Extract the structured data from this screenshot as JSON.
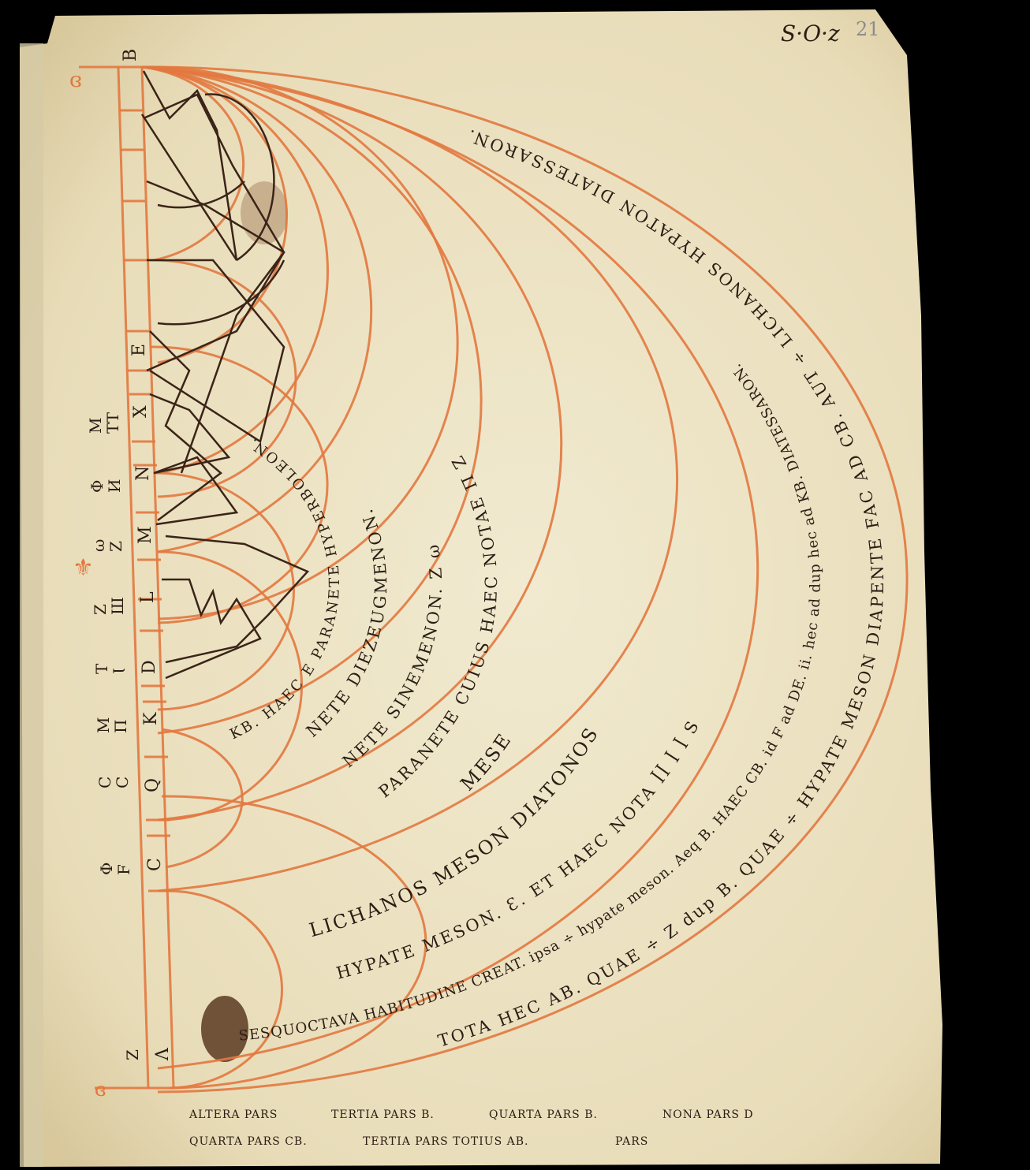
{
  "folio": {
    "signature_mark": "S·O·z",
    "number": "21"
  },
  "scale_bar": {
    "letters": [
      "B",
      "E",
      "X",
      "N",
      "M",
      "L",
      "D",
      "K",
      "Q",
      "C",
      "Λ"
    ]
  },
  "margin_letters": [
    {
      "a": "M",
      "b": "TT"
    },
    {
      "a": "Φ",
      "b": "И"
    },
    {
      "a": "ω",
      "b": "Z"
    },
    {
      "a": "Z",
      "b": "Ш"
    },
    {
      "a": "T",
      "b": "Ɩ"
    },
    {
      "a": "M",
      "b": "Π"
    },
    {
      "a": "C",
      "b": "C"
    },
    {
      "a": "Φ",
      "b": "F"
    },
    {
      "a": "Z",
      "b": "Λ"
    }
  ],
  "arc_inscriptions": {
    "outer": "TOTA HEC AB. QUAE ÷ Z dup B. QUAE ÷ HYPATE MESON DIAPENTE FAC AD CB. AUT ÷ LICHANOS HYPATON DIATESSARON.",
    "second": "SESQUOCTAVA HABITUDINE CREAT. ipsa ÷ hypate meson. Aeq B. HAEC CB. id F ad DE. ii. hec ad dup hec ad KB. DIATESSARON.",
    "third": "HYPATE MESON. Ɛ. ET HAEC NOTA ꟾꟾ ꟾ ꟾ S",
    "fourth": "LICHANOS MESON DIATONOS",
    "fifth": "MESE",
    "sixth": "PARANETE CUIUS HAEC NOTAE Π Z",
    "seventh": "NETE SINEMENON. Z ω",
    "eighth": "NETE DIEZEUGMENON.",
    "ninth": "KB. HAEC E PARANETE HYPERBOLEON."
  },
  "inner_labels": {
    "altera_pars": "ALTERA PARS",
    "tertia_pars": "TERTIA PARS B.",
    "quarta_pars_b": "QUARTA PARS B.",
    "nona_pars": "NONA PARS D",
    "quarta_pars_cb": "QUARTA PARS CB.",
    "tertia_pars_ab": "TERTIA PARS TOTIUS AB.",
    "pars_bottom": "PARS"
  },
  "colors": {
    "parchment": "#ece3c4",
    "rubric": "#e2783f",
    "ink": "#2a1d14"
  }
}
